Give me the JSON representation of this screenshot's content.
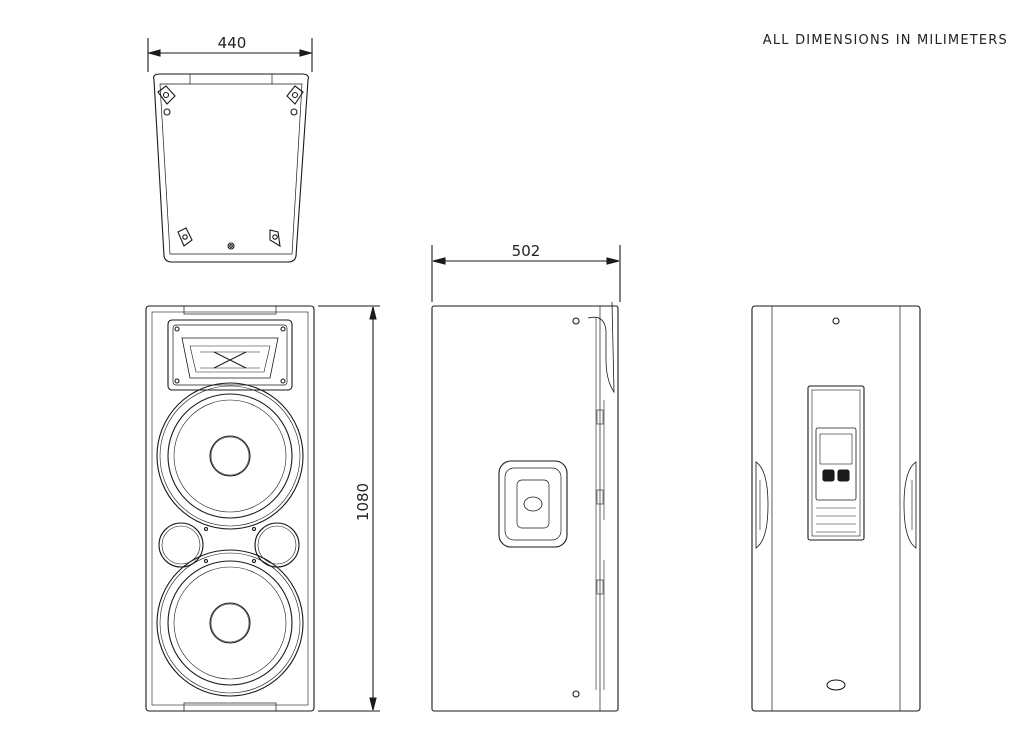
{
  "note": "ALL DIMENSIONS IN MILIMETERS",
  "dimensions": {
    "top_width": "440",
    "side_depth": "502",
    "front_height": "1080"
  }
}
